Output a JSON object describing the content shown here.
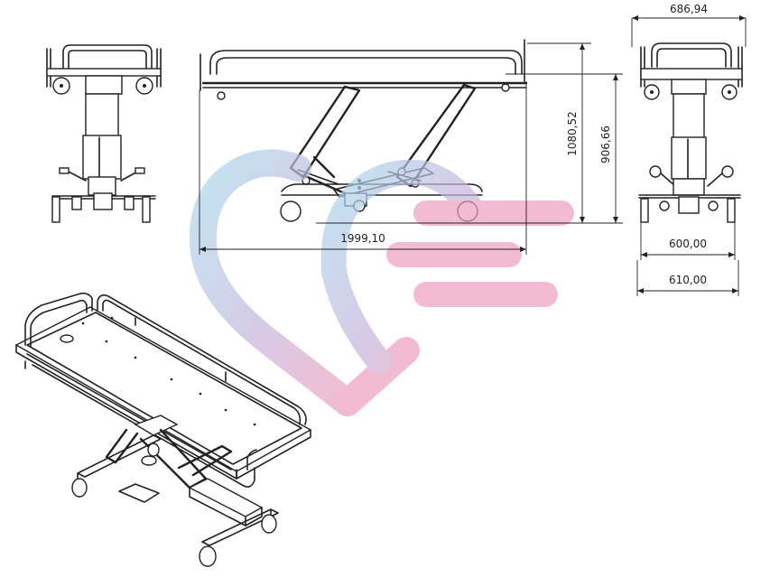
{
  "dimensions": {
    "top_width": "686,94",
    "height_max": "1080,52",
    "height_min": "906,66",
    "length": "1999,10",
    "base_width": "600,00",
    "overall_width": "610,00"
  },
  "colors": {
    "logo_blue": "#a9d8ef",
    "logo_pink": "#ef9fbf",
    "line": "#222222"
  },
  "icons": {
    "logo": "heart-ce-logo-watermark"
  }
}
